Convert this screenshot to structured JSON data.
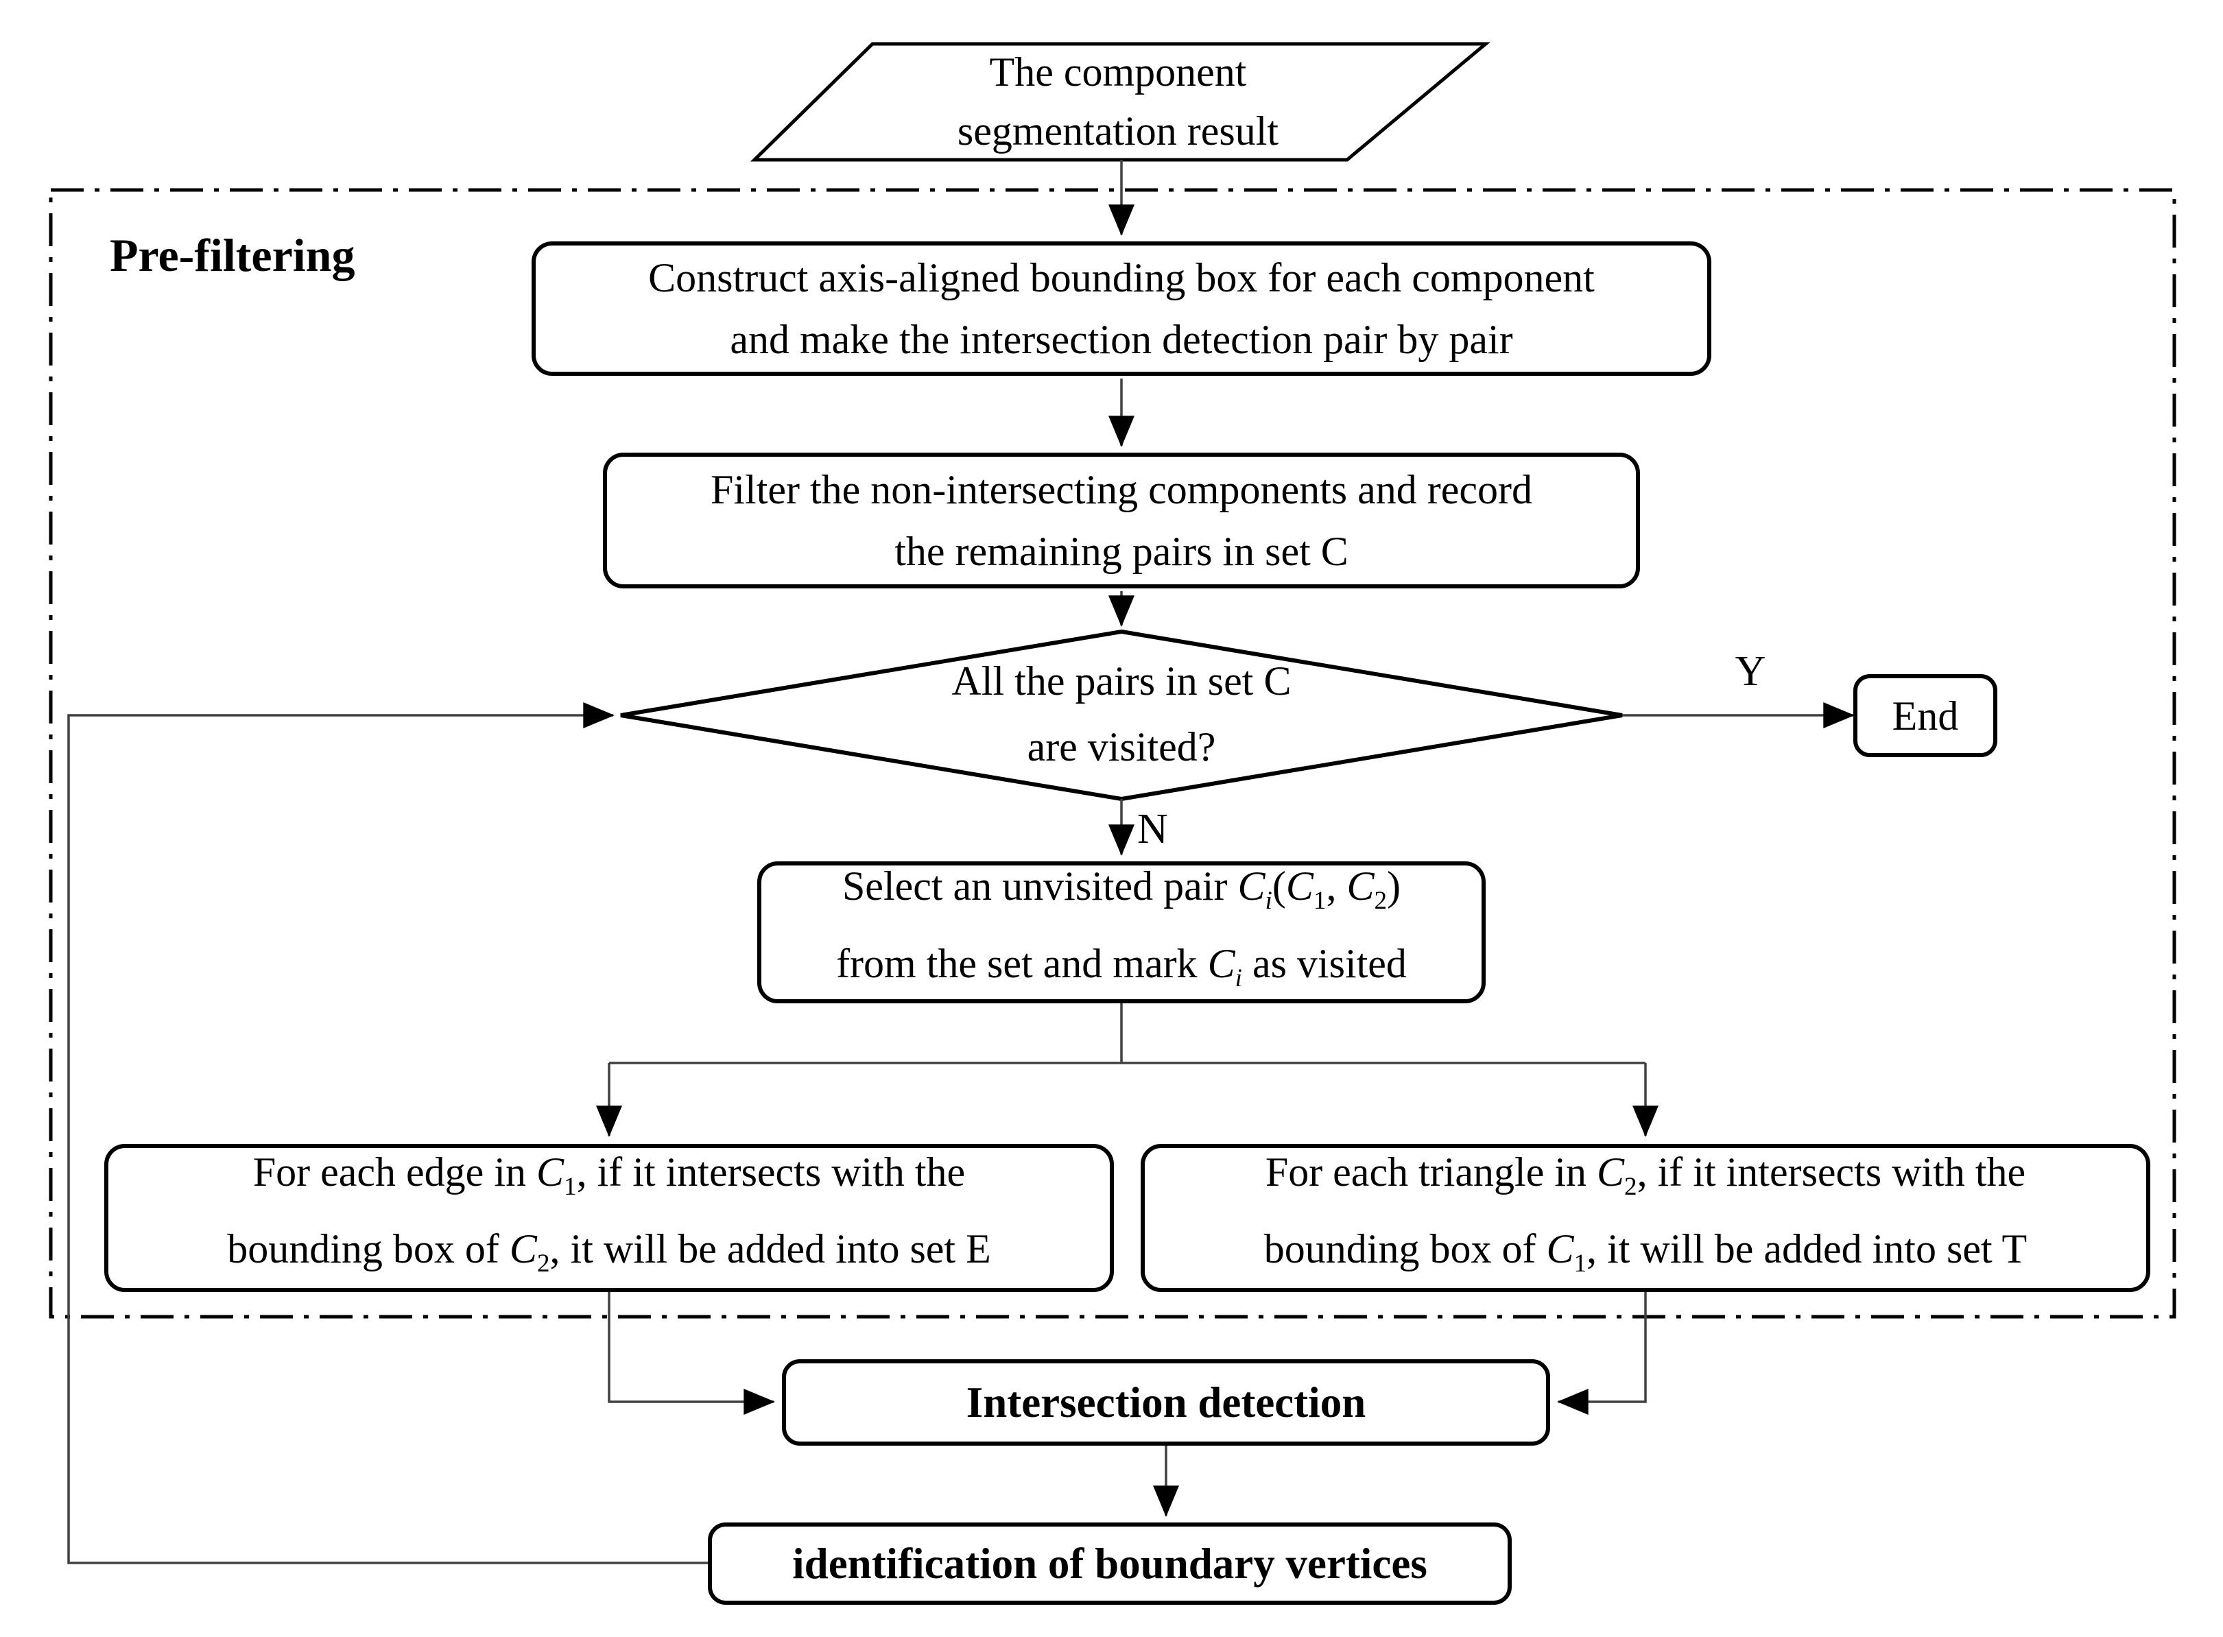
{
  "diagram": {
    "region_label": "Pre-filtering",
    "colors": {
      "ink": "#000000",
      "connector": "#404040",
      "paper": "#ffffff"
    },
    "edge_labels": {
      "yes": "Y",
      "no": "N"
    },
    "nodes": {
      "input": {
        "line1": "The component",
        "line2": "segmentation result"
      },
      "construct": {
        "line1": "Construct axis-aligned bounding box for each component",
        "line2": "and make the intersection detection pair by pair"
      },
      "filter": {
        "line1": "Filter the non-intersecting components and record",
        "line2": "the remaining pairs in set C"
      },
      "decision": {
        "line1": "All the pairs in set C",
        "line2": "are visited?"
      },
      "end": {
        "label": "End"
      },
      "select": {
        "line1": [
          {
            "t": "Select an unvisited pair "
          },
          {
            "t": "C",
            "s": "var"
          },
          {
            "t": "i",
            "s": "varsub"
          },
          {
            "t": "("
          },
          {
            "t": "C",
            "s": "var"
          },
          {
            "t": "1",
            "s": "sub"
          },
          {
            "t": ", "
          },
          {
            "t": "C",
            "s": "var"
          },
          {
            "t": "2",
            "s": "sub"
          },
          {
            "t": ")"
          }
        ],
        "line2": [
          {
            "t": "from the set and mark "
          },
          {
            "t": "C",
            "s": "var"
          },
          {
            "t": "i",
            "s": "varsub"
          },
          {
            "t": " as visited"
          }
        ]
      },
      "edge_branch": {
        "line1": [
          {
            "t": "For each edge in "
          },
          {
            "t": "C",
            "s": "var"
          },
          {
            "t": "1",
            "s": "sub"
          },
          {
            "t": ", if it intersects with the"
          }
        ],
        "line2": [
          {
            "t": "bounding box of "
          },
          {
            "t": "C",
            "s": "var"
          },
          {
            "t": "2",
            "s": "sub"
          },
          {
            "t": ", it will be added into set E"
          }
        ]
      },
      "triangle_branch": {
        "line1": [
          {
            "t": "For each triangle in "
          },
          {
            "t": "C",
            "s": "var"
          },
          {
            "t": "2",
            "s": "sub"
          },
          {
            "t": ", if it intersects with the"
          }
        ],
        "line2": [
          {
            "t": "bounding box of "
          },
          {
            "t": "C",
            "s": "var"
          },
          {
            "t": "1",
            "s": "sub"
          },
          {
            "t": ", it will be added into set T"
          }
        ]
      },
      "intersection": {
        "label": "Intersection detection"
      },
      "identification": {
        "label": "identification of boundary vertices"
      }
    }
  }
}
